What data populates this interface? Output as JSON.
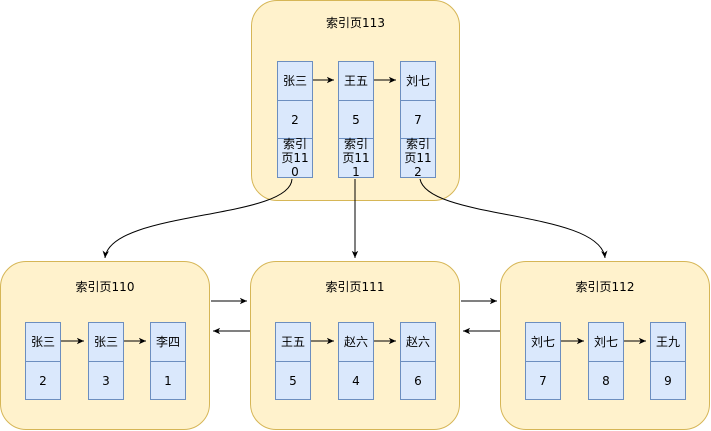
{
  "pages": {
    "p113": {
      "title": "索引页113",
      "entries": [
        {
          "key": "张三",
          "id": "2",
          "ptr": "索引页110"
        },
        {
          "key": "王五",
          "id": "5",
          "ptr": "索引页111"
        },
        {
          "key": "刘七",
          "id": "7",
          "ptr": "索引页112"
        }
      ]
    },
    "p110": {
      "title": "索引页110",
      "entries": [
        {
          "key": "张三",
          "id": "2"
        },
        {
          "key": "张三",
          "id": "3"
        },
        {
          "key": "李四",
          "id": "1"
        }
      ]
    },
    "p111": {
      "title": "索引页111",
      "entries": [
        {
          "key": "王五",
          "id": "5"
        },
        {
          "key": "赵六",
          "id": "4"
        },
        {
          "key": "赵六",
          "id": "6"
        }
      ]
    },
    "p112": {
      "title": "索引页112",
      "entries": [
        {
          "key": "刘七",
          "id": "7"
        },
        {
          "key": "刘七",
          "id": "8"
        },
        {
          "key": "王九",
          "id": "9"
        }
      ]
    }
  },
  "colors": {
    "page_fill": "#fff2cc",
    "page_border": "#d6b656",
    "cell_fill": "#dae8fc",
    "cell_border": "#6c8ebf",
    "edge": "#000000"
  }
}
